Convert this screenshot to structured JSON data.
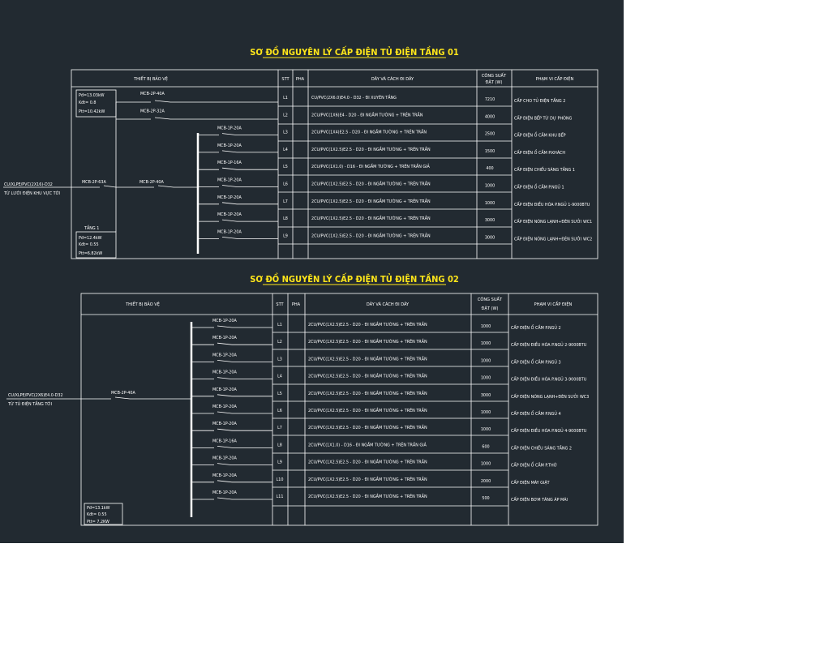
{
  "colors": {
    "background": "#222a31",
    "line": "#ffffff",
    "title": "#ffe61a",
    "page": "#ffffff"
  },
  "headers": {
    "protect": "THIẾT BỊ BẢO VỆ",
    "stt": "STT",
    "pha": "PHA",
    "cable": "DÂY VÀ CÁCH ĐI DÂY",
    "power1": "CÔNG SUẤT",
    "power2": "ĐẶT (W)",
    "scope": "PHẠM VI CẤP ĐIỆN"
  },
  "floor1": {
    "title": "SƠ ĐỒ NGUYÊN LÝ CẤP ĐIỆN TỦ ĐIỆN TẦNG 01",
    "summary": [
      "Pđ=13.03kW",
      "Kđt= 0.8",
      "Ptt=10.42kW"
    ],
    "feeder_cable": "CU/XLPE/PVC(2X16)-D32",
    "feeder_label": "TỪ LƯỚI ĐIỆN KHU VỰC TỚI",
    "main_breaker": "MCB-2P-63A",
    "sub_breaker": "MCB-2P-40A",
    "tang1": {
      "title": "TẦNG 1",
      "lines": [
        "Pđ=12.4kW",
        "Kđt= 0.55",
        "Ptt=6.82kW"
      ]
    },
    "rows": [
      {
        "breaker": "MCB-2P-40A",
        "stt": "L1",
        "cable": "CU/PVC(2X6.0)E4.0 - D32 - ĐI XUYÊN TẦNG",
        "power": "7210",
        "scope": "CẤP CHO TỦ ĐIỆN TẦNG 2"
      },
      {
        "breaker": "MCB-2P-32A",
        "stt": "L2",
        "cable": "2CU/PVC(1X6)E4 - D20 - ĐI NGẦM TƯỜNG + TRÊN TRẦN",
        "power": "4000",
        "scope": "CẤP ĐIỆN BẾP TỪ DỰ PHÒNG"
      },
      {
        "breaker": "MCB-1P-20A",
        "stt": "L3",
        "cable": "2CU/PVC(1X4)E2.5 - D20 - ĐI NGẦM TƯỜNG + TRÊN TRẦN",
        "power": "2500",
        "scope": "CẤP ĐIỆN Ổ CẮM KHU BẾP"
      },
      {
        "breaker": "MCB-1P-20A",
        "stt": "L4",
        "cable": "2CU/PVC(1X2.5)E2.5 - D20 - ĐI NGẦM TƯỜNG + TRÊN TRẦN",
        "power": "1500",
        "scope": "CẤP ĐIỆN Ổ CẮM P.KHÁCH"
      },
      {
        "breaker": "MCB-1P-16A",
        "stt": "L5",
        "cable": "2CU/PVC(1X1.0) - D16 - ĐI NGẦM TƯỜNG + TRÊN TRẦN GIẢ",
        "power": "400",
        "scope": "CẤP ĐIỆN CHIẾU SÁNG TẦNG 1"
      },
      {
        "breaker": "MCB-1P-20A",
        "stt": "L6",
        "cable": "2CU/PVC(1X2.5)E2.5 - D20 - ĐI NGẦM TƯỜNG + TRÊN TRẦN",
        "power": "1000",
        "scope": "CẤP ĐIỆN Ổ CẮM P.NGỦ 1"
      },
      {
        "breaker": "MCB-1P-20A",
        "stt": "L7",
        "cable": "2CU/PVC(1X2.5)E2.5 - D20 - ĐI NGẦM TƯỜNG + TRÊN TRẦN",
        "power": "1000",
        "scope": "CẤP ĐIỆN ĐIỀU HÒA P.NGỦ 1-9000BTU"
      },
      {
        "breaker": "MCB-1P-20A",
        "stt": "L8",
        "cable": "2CU/PVC(1X2.5)E2.5 - D20 - ĐI NGẦM TƯỜNG + TRÊN TRẦN",
        "power": "3000",
        "scope": "CẤP ĐIỆN NÓNG LẠNH+ĐÈN SƯỞI WC1"
      },
      {
        "breaker": "MCB-1P-20A",
        "stt": "L9",
        "cable": "2CU/PVC(1X2.5)E2.5 - D20 - ĐI NGẦM TƯỜNG + TRÊN TRẦN",
        "power": "3000",
        "scope": "CẤP ĐIỆN NÓNG LẠNH+ĐÈN SƯỞI WC2"
      }
    ]
  },
  "floor2": {
    "title": "SƠ ĐỒ NGUYÊN LÝ CẤP ĐIỆN TỦ ĐIỆN TẦNG 02",
    "summary": [
      "Pđ=13.1kW",
      "Kđt= 0.55",
      "Ptt= 7.2KW"
    ],
    "feeder_cable": "CU/XLPE/PVC(2X6)E4.0-D32",
    "feeder_label": "TỪ TỦ ĐIỆN TẦNG TỚI",
    "main_breaker": "MCB-2P-40A",
    "rows": [
      {
        "breaker": "MCB-1P-20A",
        "stt": "L1",
        "cable": "2CU/PVC(1X2.5)E2.5 - D20 - ĐI NGẦM TƯỜNG + TRÊN TRẦN",
        "power": "1000",
        "scope": "CẤP ĐIỆN Ổ CẮM P.NGỦ 2"
      },
      {
        "breaker": "MCB-1P-20A",
        "stt": "L2",
        "cable": "2CU/PVC(1X2.5)E2.5 - D20 - ĐI NGẦM TƯỜNG + TRÊN TRẦN",
        "power": "1000",
        "scope": "CẤP ĐIỆN ĐIỀU HÒA P.NGỦ 2-9000BTU"
      },
      {
        "breaker": "MCB-1P-20A",
        "stt": "L3",
        "cable": "2CU/PVC(1X2.5)E2.5 - D20 - ĐI NGẦM TƯỜNG + TRÊN TRẦN",
        "power": "1000",
        "scope": "CẤP ĐIỆN Ổ CẮM P.NGỦ 3"
      },
      {
        "breaker": "MCB-1P-20A",
        "stt": "L4",
        "cable": "2CU/PVC(1X2.5)E2.5 - D20 - ĐI NGẦM TƯỜNG + TRÊN TRẦN",
        "power": "1000",
        "scope": "CẤP ĐIỆN ĐIỀU HÒA P.NGỦ 3-9000BTU"
      },
      {
        "breaker": "MCB-1P-20A",
        "stt": "L5",
        "cable": "2CU/PVC(1X2.5)E2.5 - D20 - ĐI NGẦM TƯỜNG + TRÊN TRẦN",
        "power": "3000",
        "scope": "CẤP ĐIỆN NÓNG LẠNH+ĐÈN SƯỞI WC3"
      },
      {
        "breaker": "MCB-1P-20A",
        "stt": "L6",
        "cable": "2CU/PVC(1X2.5)E2.5 - D20 - ĐI NGẦM TƯỜNG + TRÊN TRẦN",
        "power": "1000",
        "scope": "CẤP ĐIỆN Ổ CẮM P.NGỦ 4"
      },
      {
        "breaker": "MCB-1P-20A",
        "stt": "L7",
        "cable": "2CU/PVC(1X2.5)E2.5 - D20 - ĐI NGẦM TƯỜNG + TRÊN TRẦN",
        "power": "1000",
        "scope": "CẤP ĐIỆN ĐIỀU HÒA P.NGỦ 4-9000BTU"
      },
      {
        "breaker": "MCB-1P-16A",
        "stt": "L8",
        "cable": "2CU/PVC(1X1.0) - D16 - ĐI NGẦM TƯỜNG + TRÊN TRẦN GIẢ",
        "power": "600",
        "scope": "CẤP ĐIỆN CHIẾU SÁNG TẦNG 2"
      },
      {
        "breaker": "MCB-1P-20A",
        "stt": "L9",
        "cable": "2CU/PVC(1X2.5)E2.5 - D20 - ĐI NGẦM TƯỜNG + TRÊN TRẦN",
        "power": "1000",
        "scope": "CẤP ĐIỆN Ổ CẮM P.THỜ"
      },
      {
        "breaker": "MCB-1P-20A",
        "stt": "L10",
        "cable": "2CU/PVC(1X2.5)E2.5 - D20 - ĐI NGẦM TƯỜNG + TRÊN TRẦN",
        "power": "2000",
        "scope": "CẤP ĐIỆN MÁY GIẶT"
      },
      {
        "breaker": "MCB-1P-20A",
        "stt": "L11",
        "cable": "2CU/PVC(1X2.5)E2.5 - D20 - ĐI NGẦM TƯỜNG + TRÊN TRẦN",
        "power": "500",
        "scope": "CẤP ĐIỆN BƠM TĂNG ÁP MÁI"
      }
    ]
  }
}
